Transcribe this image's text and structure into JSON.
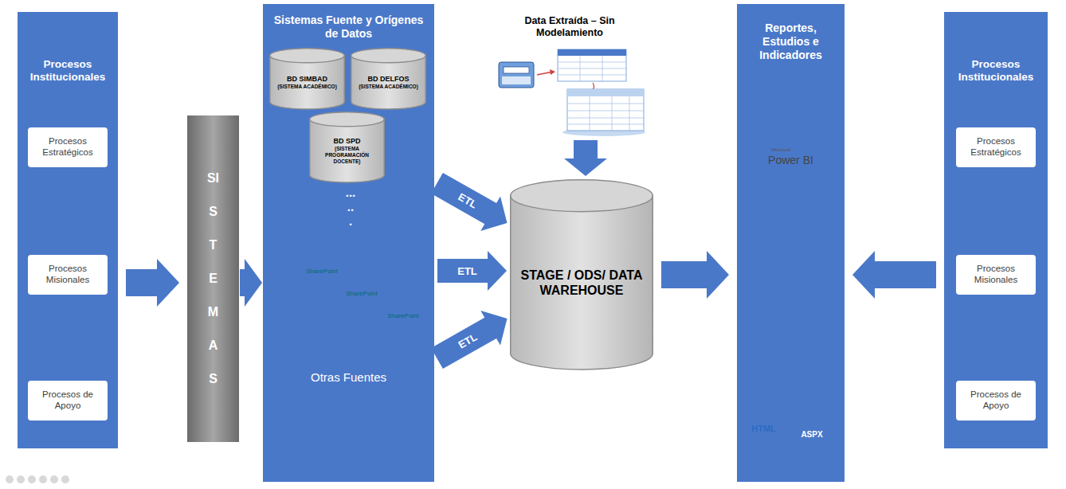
{
  "diagram": {
    "nodes": [
      {
        "text": [
          "Procesos Institucionales"
        ]
      },
      {
        "text": [
          "Procesos Estratégicos"
        ],
        "in": 0
      },
      {
        "text": [
          "Procesos Misionales"
        ],
        "in": 0
      },
      {
        "text": [
          "Procesos de Apoyo"
        ],
        "in": 0
      },
      {
        "text": [
          "SISTEMAS"
        ]
      },
      {
        "text": [
          "Sistemas Fuente y Orígenes de Datos"
        ]
      },
      {
        "text": [
          "BD SIMBAD",
          "(SISTEMA ACADÉMICO)"
        ],
        "in": 5
      },
      {
        "text": [
          "BD DELFOS",
          "(SISTEMA ACADÉMICO)"
        ],
        "in": 5
      },
      {
        "text": [
          "BD SPD",
          "(SISTEMA PROGRAMACIÓN DOCENTE)"
        ],
        "in": 5
      },
      {
        "text": [
          "Data Extraída – Sin Modelamiento"
        ]
      },
      {
        "text": [
          "STAGE / ODS/ DATA WAREHOUSE"
        ]
      },
      {
        "text": [
          "Reportes, Estudios e Indicadores"
        ]
      },
      {
        "text": [
          "Procesos Institucionales"
        ]
      },
      {
        "text": [
          "Procesos Estratégicos"
        ],
        "in": 12
      },
      {
        "text": [
          "Procesos Misionales"
        ],
        "in": 12
      },
      {
        "text": [
          "Procesos de Apoyo"
        ],
        "in": 12
      }
    ],
    "edges": [
      {
        "from": 1,
        "to": 2,
        "arrow": "both"
      },
      {
        "from": 2,
        "to": 3,
        "arrow": "both"
      },
      {
        "from": 0,
        "to": 4,
        "arrow": "to"
      },
      {
        "from": 4,
        "to": 5,
        "arrow": "to"
      },
      {
        "from": 5,
        "to": 10,
        "label": "ETL",
        "arrow": "to"
      },
      {
        "from": 5,
        "to": 10,
        "label": "ETL",
        "arrow": "to"
      },
      {
        "from": 5,
        "to": 10,
        "label": "ETL",
        "arrow": "to"
      },
      {
        "from": 9,
        "to": 10,
        "arrow": "to"
      },
      {
        "from": 10,
        "to": 11,
        "arrow": "to"
      },
      {
        "from": 12,
        "to": 11,
        "arrow": "to"
      },
      {
        "from": 13,
        "to": 14,
        "arrow": "both"
      },
      {
        "from": 14,
        "to": 15,
        "arrow": "both"
      }
    ],
    "labels": [
      "...",
      "..",
      ".",
      "SharePoint",
      "SharePoint",
      "SharePoint",
      "Otras Fuentes",
      "Microsoft",
      "Power BI",
      "HTML",
      "ASPX"
    ]
  }
}
